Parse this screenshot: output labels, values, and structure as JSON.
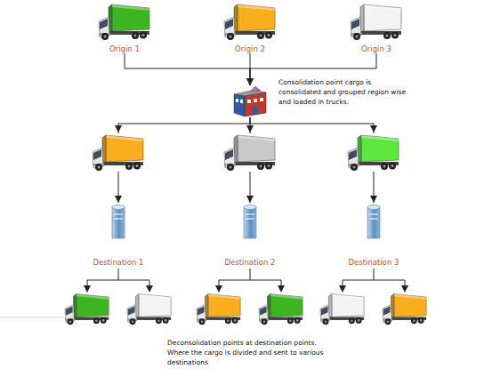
{
  "diagram": {
    "nodes": [
      {
        "text": [
          "Origin 1"
        ]
      },
      {
        "text": [
          "Origin 2"
        ]
      },
      {
        "text": [
          "Origin 3"
        ]
      },
      {
        "text": [
          "Consolidation point cargo is consolidated and grouped region wise and loaded in trucks."
        ]
      },
      {
        "text": [
          "Destination 1"
        ]
      },
      {
        "text": [
          "Destination 2"
        ]
      },
      {
        "text": [
          "Destination 3"
        ]
      }
    ],
    "edges": [
      {
        "from": 0,
        "to": 3,
        "arrow": "to"
      },
      {
        "from": 1,
        "to": 3,
        "arrow": "to"
      },
      {
        "from": 2,
        "to": 3,
        "arrow": "to"
      },
      {
        "from": 3,
        "to": 4,
        "arrow": "to"
      },
      {
        "from": 3,
        "to": 5,
        "arrow": "to"
      },
      {
        "from": 3,
        "to": 6,
        "arrow": "to"
      }
    ],
    "labels": [
      "Deconsolidation points at destination points. Where the cargo is divided and sent to various destinations"
    ]
  }
}
